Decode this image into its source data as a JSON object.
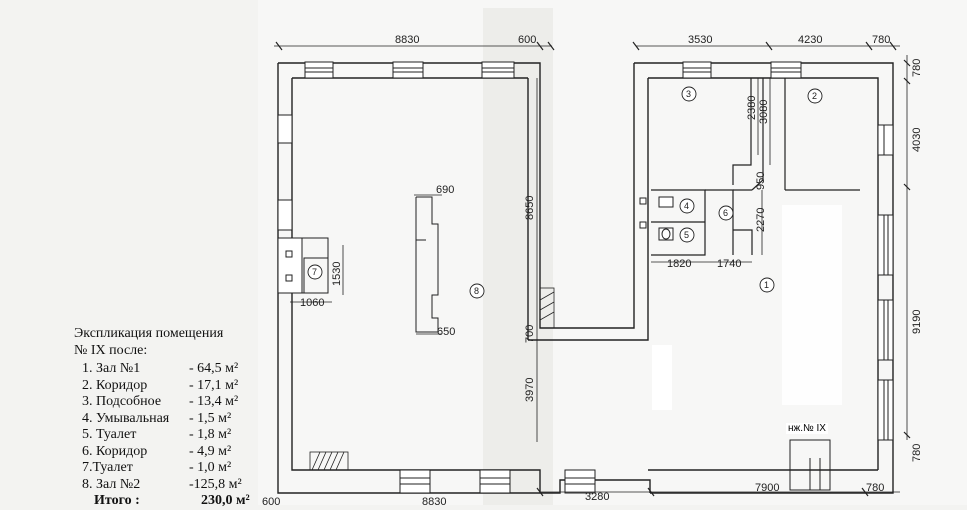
{
  "plan": {
    "dimensions": {
      "top_8830": "8830",
      "top_600": "600",
      "top_3530": "3530",
      "top_4230": "4230",
      "top_780": "780",
      "right_780": "780",
      "right_4030": "4030",
      "right_9190": "9190",
      "right_780_bottom": "780",
      "v_8650": "8650",
      "v_700": "700",
      "v_3970": "3970",
      "v_2380": "2380",
      "v_3080": "3080",
      "v_950": "950",
      "v_2270": "2270",
      "v_1530": "1530",
      "h_690": "690",
      "h_650": "650",
      "h_1060": "1060",
      "h_1820": "1820",
      "h_1740": "1740",
      "bottom_600": "600",
      "bottom_8830": "8830",
      "bottom_3280": "3280",
      "bottom_7900": "7900",
      "bottom_780": "780"
    },
    "room_numbers": [
      "1",
      "2",
      "3",
      "4",
      "5",
      "6",
      "7",
      "8"
    ],
    "unit_label": "нж.№ IX"
  },
  "legend": {
    "title_line1": "Экспликация помещения",
    "title_line2": "№ IX после:",
    "rows": [
      {
        "name": "1. Зал №1",
        "value": "- 64,5 м²"
      },
      {
        "name": "2. Коридор",
        "value": "- 17,1 м²"
      },
      {
        "name": "3. Подсобное",
        "value": "- 13,4 м²"
      },
      {
        "name": "4. Умывальная",
        "value": "- 1,5 м²"
      },
      {
        "name": "5. Туалет",
        "value": "- 1,8 м²"
      },
      {
        "name": "6. Коридор",
        "value": "- 4,9 м²"
      },
      {
        "name": "7.Туалет",
        "value": "- 1,0 м²"
      },
      {
        "name": "8. Зал №2",
        "value": "-125,8 м²"
      }
    ],
    "total_label": "Итого :",
    "total_value": "230,0 м²"
  }
}
